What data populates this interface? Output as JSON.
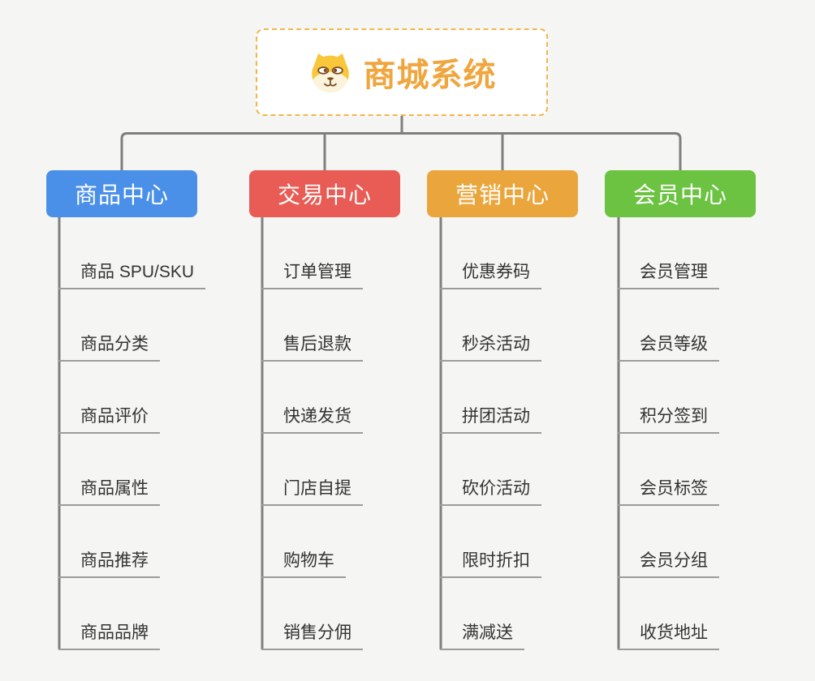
{
  "page": {
    "background": "#F5F5F3",
    "connector_color": "#7F7F7F",
    "leaf_underline_color": "#9C9C9C"
  },
  "root": {
    "title": "商城系统",
    "icon": "shiba-dog-icon",
    "text_color": "#F0A63E",
    "border_color": "#F4B44C"
  },
  "tree": {
    "branches": [
      {
        "label": "商品中心",
        "color": "#4A90E8",
        "items": [
          "商品 SPU/SKU",
          "商品分类",
          "商品评价",
          "商品属性",
          "商品推荐",
          "商品品牌"
        ]
      },
      {
        "label": "交易中心",
        "color": "#E85C55",
        "items": [
          "订单管理",
          "售后退款",
          "快递发货",
          "门店自提",
          "购物车",
          "销售分佣"
        ]
      },
      {
        "label": "营销中心",
        "color": "#EAA63C",
        "items": [
          "优惠券码",
          "秒杀活动",
          "拼团活动",
          "砍价活动",
          "限时折扣",
          "满减送"
        ]
      },
      {
        "label": "会员中心",
        "color": "#6CC241",
        "items": [
          "会员管理",
          "会员等级",
          "积分签到",
          "会员标签",
          "会员分组",
          "收货地址"
        ]
      }
    ]
  }
}
